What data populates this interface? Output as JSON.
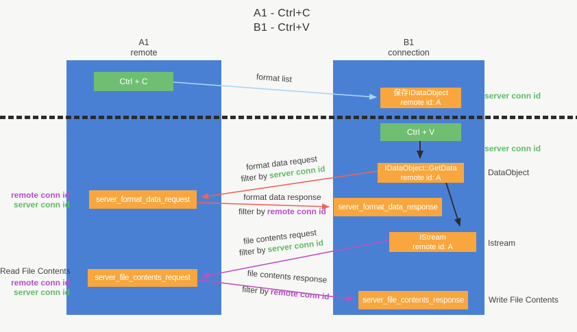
{
  "title": {
    "line1": "A1 - Ctrl+C",
    "line2": "B1 - Ctrl+V"
  },
  "lanes": {
    "left": {
      "id": "A1",
      "role": "remote"
    },
    "right": {
      "id": "B1",
      "role": "connection"
    }
  },
  "colors": {
    "lane_blue": "#4a80d4",
    "box_green": "#6fbe72",
    "box_orange": "#f8a63d",
    "arrow_light_blue": "#a9d4f2",
    "arrow_red": "#ed6458",
    "arrow_magenta": "#c24fc0",
    "arrow_black": "#2b2b2b",
    "text_green": "#5dbc62",
    "text_purple": "#b44fc8",
    "text_gray": "#3f3f3f"
  },
  "nodes": {
    "ctrl_c": {
      "label": "Ctrl + C"
    },
    "ctrl_v": {
      "label": "Ctrl + V"
    },
    "save_idataobject": {
      "line1": "保存IDataObject",
      "line2": "remote id: A"
    },
    "idataobject_getdata": {
      "line1": "IDataObject::GetData",
      "line2": "remote id: A"
    },
    "istream": {
      "line1": "IStream",
      "line2": "remote id: A"
    },
    "server_format_data_request": {
      "label": "server_format_data_request"
    },
    "server_format_data_response": {
      "label": "server_format_data_response"
    },
    "server_file_contents_request": {
      "label": "server_file_contents_request"
    },
    "server_file_contents_response": {
      "label": "server_file_contents_response"
    }
  },
  "arrow_labels": {
    "format_list": "format list",
    "format_data_request": {
      "line1": "format data request",
      "filter_prefix": "filter by",
      "filter_key": "server conn id"
    },
    "format_data_response": {
      "line1": "format data response",
      "filter_prefix": "filter by",
      "filter_key": "remote conn id"
    },
    "file_contents_request": {
      "line1": "file contents request",
      "filter_prefix": "filter by",
      "filter_key": "server conn id"
    },
    "file_contents_response": {
      "line1": "file contents response",
      "filter_prefix": "filter by",
      "filter_key": "remote conn id"
    }
  },
  "annotations": {
    "server_conn_id_top": "server conn id",
    "server_conn_id_mid": "server conn id",
    "dataobject": "DataObject",
    "istream": "Istream",
    "write_file_contents": "Write File Contents",
    "read_file_contents": "Read File Contents",
    "format_left": {
      "remote": "remote conn id",
      "server": "server conn id"
    },
    "file_left": {
      "remote": "remote conn id",
      "server": "server conn id"
    }
  }
}
